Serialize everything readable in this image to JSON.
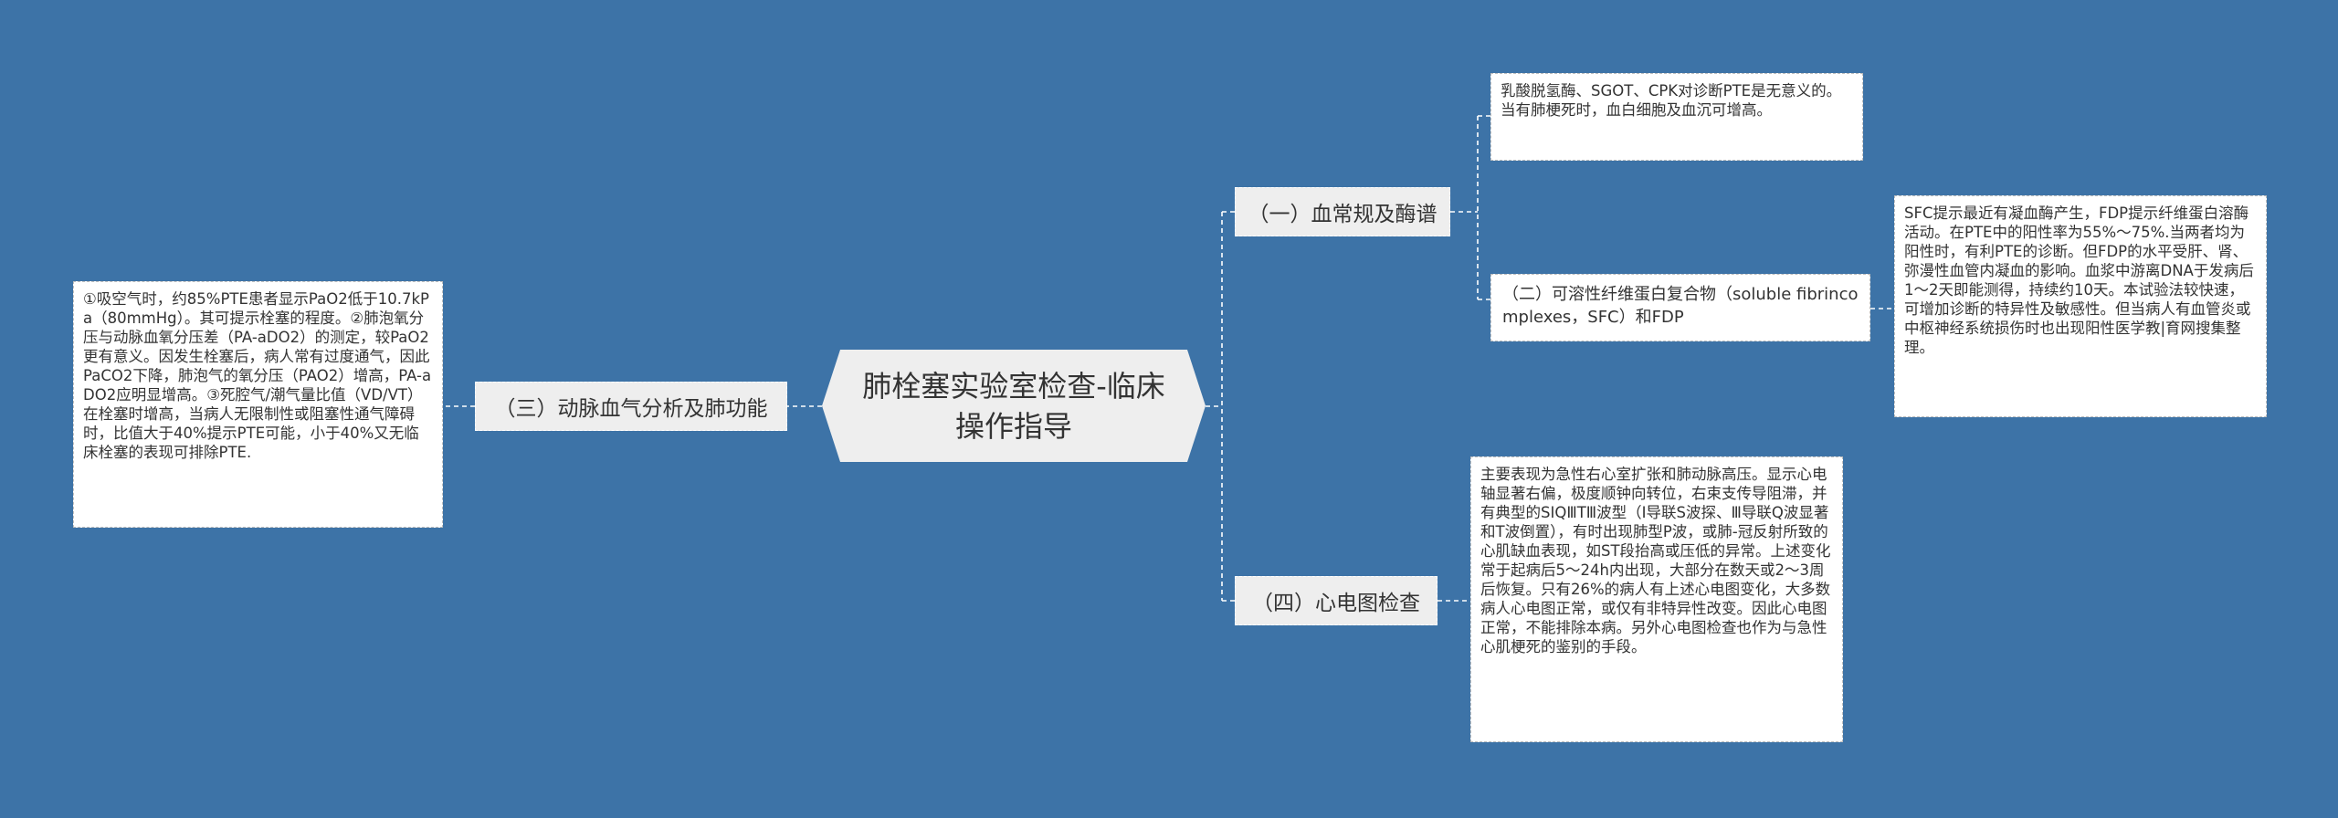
{
  "root": "肺栓塞实验室检查-临床操作指导",
  "branches": {
    "b1": "（一）血常规及酶谱",
    "b3": "（三）动脉血气分析及肺功能",
    "b4": "（四）心电图检查"
  },
  "sub": {
    "s2": "（二）可溶性纤维蛋白复合物（soluble fibrincomplexes，SFC）和FDP"
  },
  "leaves": {
    "l1": "乳酸脱氢酶、SGOT、CPK对诊断PTE是无意义的。当有肺梗死时，血白细胞及血沉可增高。",
    "l2": "SFC提示最近有凝血酶产生，FDP提示纤维蛋白溶酶活动。在PTE中的阳性率为55%～75%.当两者均为阳性时，有利PTE的诊断。但FDP的水平受肝、肾、弥漫性血管内凝血的影响。血浆中游离DNA于发病后1～2天即能测得，持续约10天。本试验法较快速，可增加诊断的特异性及敏感性。但当病人有血管炎或中枢神经系统损伤时也出现阳性医学教|育网搜集整理。",
    "l3": "①吸空气时，约85%PTE患者显示PaO2低于10.7kPa（80mmHg）。其可提示栓塞的程度。②肺泡氧分压与动脉血氧分压差（PA-aDO2）的测定，较PaO2更有意义。因发生栓塞后，病人常有过度通气，因此PaCO2下降，肺泡气的氧分压（PAO2）增高，PA-aDO2应明显增高。③死腔气/潮气量比值（VD/VT）在栓塞时增高，当病人无限制性或阻塞性通气障碍时，比值大于40%提示PTE可能，小于40%又无临床栓塞的表现可排除PTE.",
    "l4": "主要表现为急性右心室扩张和肺动脉高压。显示心电轴显著右偏，极度顺钟向转位，右束支传导阻滞，并有典型的SⅠQⅢTⅢ波型（Ⅰ导联S波探、Ⅲ导联Q波显著和T波倒置），有时出现肺型P波，或肺-冠反射所致的心肌缺血表现，如ST段抬高或压低的异常。上述变化常于起病后5～24h内出现，大部分在数天或2～3周后恢复。只有26%的病人有上述心电图变化，大多数病人心电图正常，或仅有非特异性改变。因此心电图正常，不能排除本病。另外心电图检查也作为与急性心肌梗死的鉴别的手段。"
  }
}
